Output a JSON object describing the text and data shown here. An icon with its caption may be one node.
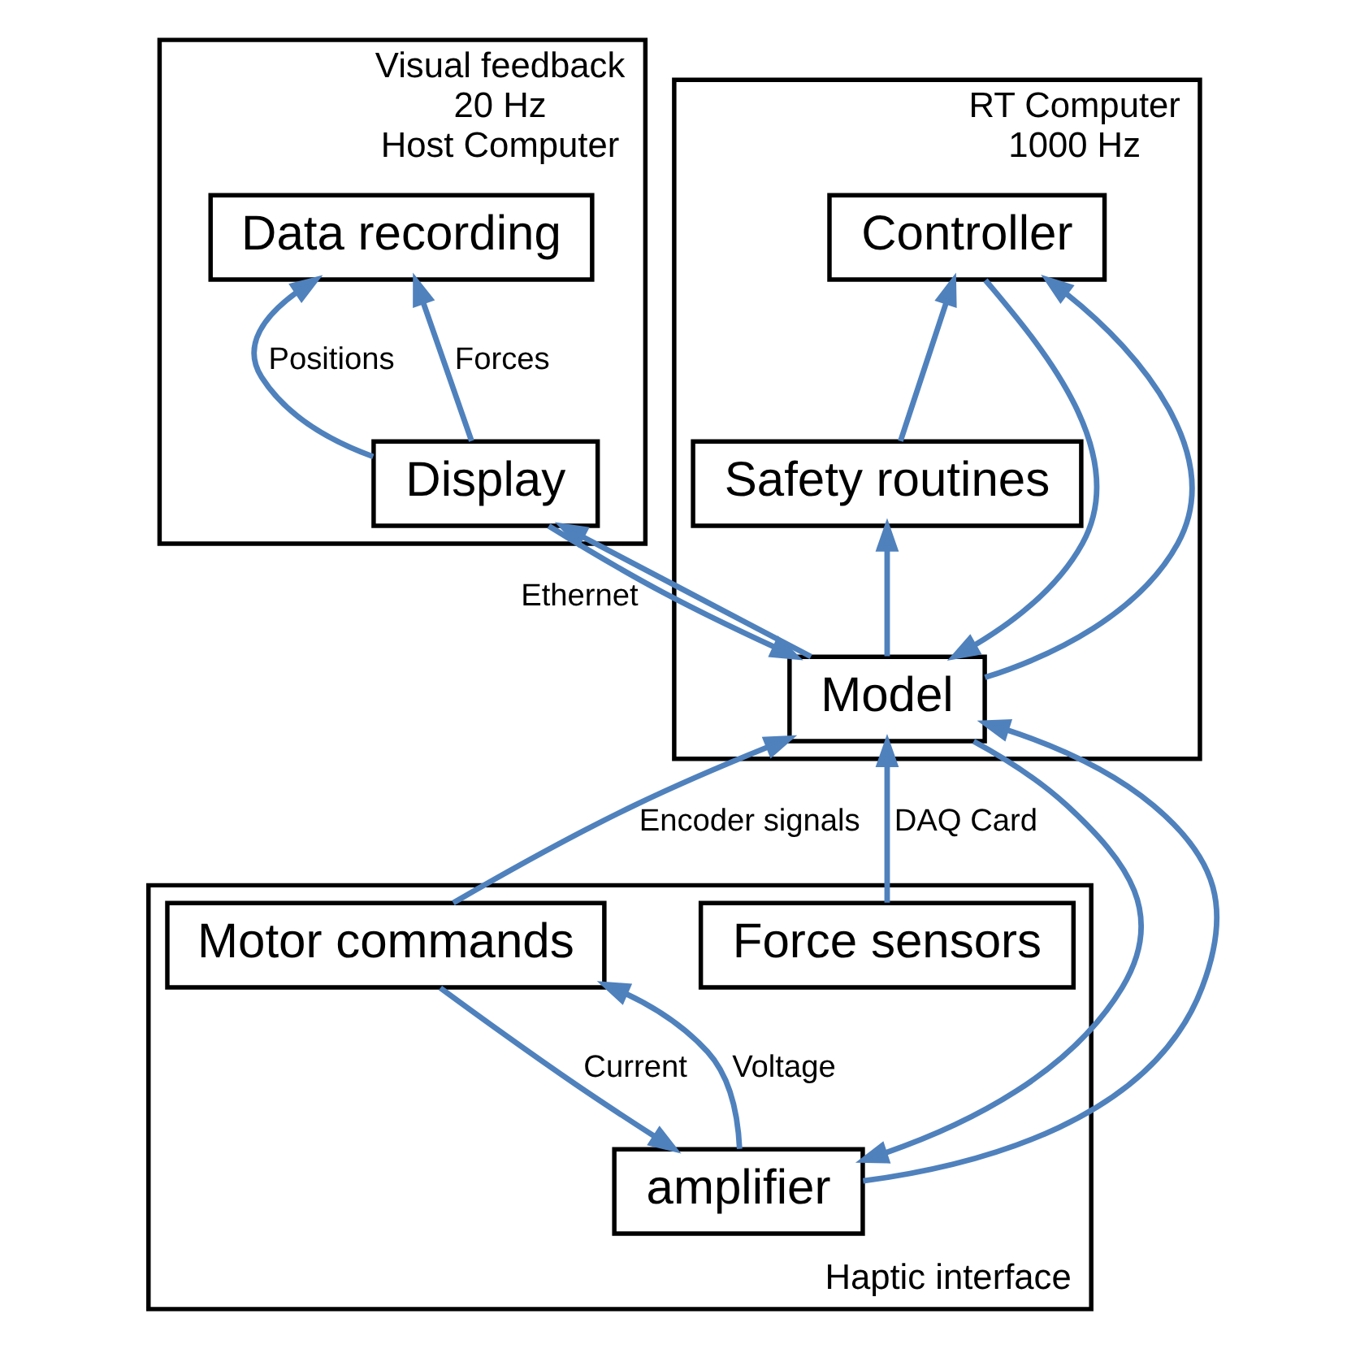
{
  "diagram": {
    "nodes": [
      {
        "text": [
          "Visual feedback",
          "20 Hz",
          "Host Computer"
        ]
      },
      {
        "text": [
          "Data recording"
        ],
        "in": 0
      },
      {
        "text": [
          "Display"
        ],
        "in": 0
      },
      {
        "text": [
          "RT Computer",
          "1000 Hz"
        ]
      },
      {
        "text": [
          "Controller"
        ],
        "in": 3
      },
      {
        "text": [
          "Safety routines"
        ],
        "in": 3
      },
      {
        "text": [
          "Model"
        ],
        "in": 3
      },
      {
        "text": [
          "Haptic interface"
        ]
      },
      {
        "text": [
          "Motor commands"
        ],
        "in": 7
      },
      {
        "text": [
          "amplifier"
        ],
        "in": 7
      },
      {
        "text": [
          "Force sensors"
        ],
        "in": 7
      }
    ],
    "edges": [
      {
        "from": 2,
        "to": 1,
        "arrow": "to",
        "label": "Positions"
      },
      {
        "from": 2,
        "to": 1,
        "arrow": "to",
        "label": "Forces"
      },
      {
        "from": 6,
        "to": 2,
        "arrow": "to"
      },
      {
        "from": 2,
        "to": 6,
        "arrow": "to",
        "label": "Ethernet"
      },
      {
        "from": 6,
        "to": 4,
        "arrow": "to"
      },
      {
        "from": 4,
        "to": 6,
        "arrow": "to"
      },
      {
        "from": 6,
        "to": 5,
        "arrow": "to"
      },
      {
        "from": 5,
        "to": 4,
        "arrow": "to"
      },
      {
        "from": 8,
        "to": 6,
        "arrow": "to",
        "label": "Encoder signals"
      },
      {
        "from": 6,
        "to": 9,
        "arrow": "to"
      },
      {
        "from": 9,
        "to": 6,
        "arrow": "to"
      },
      {
        "from": 10,
        "to": 6,
        "arrow": "to",
        "label": "DAQ Card"
      },
      {
        "from": 8,
        "to": 9,
        "arrow": "to",
        "label": "Current"
      },
      {
        "from": 9,
        "to": 8,
        "arrow": "to",
        "label": "Voltage"
      }
    ]
  }
}
